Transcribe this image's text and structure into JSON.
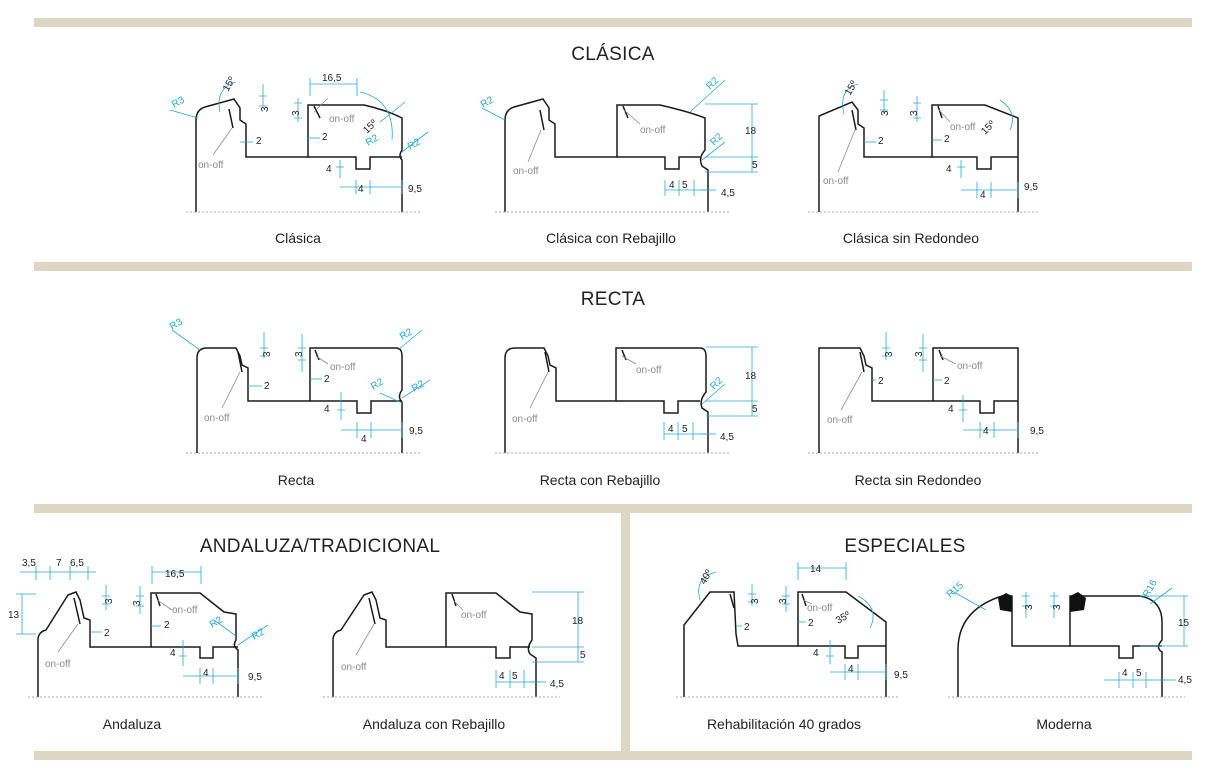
{
  "sections": {
    "clasica": {
      "title": "CLÁSICA"
    },
    "recta": {
      "title": "RECTA"
    },
    "andaluza": {
      "title": "ANDALUZA/TRADICIONAL"
    },
    "especiales": {
      "title": "ESPECIALES"
    }
  },
  "profiles": [
    {
      "caption": "Clásica"
    },
    {
      "caption": "Clásica con Rebajillo"
    },
    {
      "caption": "Clásica sin Redondeo"
    },
    {
      "caption": "Recta"
    },
    {
      "caption": "Recta con Rebajillo"
    },
    {
      "caption": "Recta sin Redondeo"
    },
    {
      "caption": "Andaluza"
    },
    {
      "caption": "Andaluza con Rebajillo"
    },
    {
      "caption": "Rehabilitación 40 grados"
    },
    {
      "caption": "Moderna"
    }
  ],
  "labels": {
    "on_off": "on-off",
    "r2": "R2",
    "r3": "R3",
    "r15": "R15",
    "r16": "R16",
    "d16_5": "16,5",
    "d3": "3",
    "d2": "2",
    "d4": "4",
    "d5": "5",
    "d9_5": "9,5",
    "d4_5": "4,5",
    "d18": "18",
    "d15": "15",
    "d14": "14",
    "d13": "13",
    "d3_5": "3,5",
    "d7": "7",
    "d6_5": "6,5",
    "a15": "15º",
    "a35": "35º",
    "a40": "40º"
  },
  "colors": {
    "dimension": "#27a7d8",
    "band": "#ddd6c2",
    "profile": "#1a1a1a",
    "note": "#8a8a8a"
  }
}
